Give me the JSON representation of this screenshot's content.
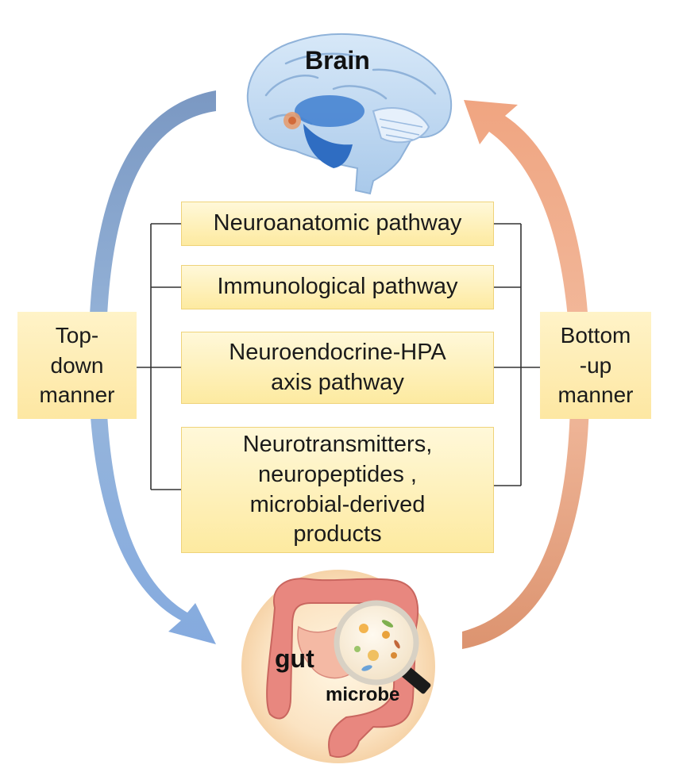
{
  "brain": {
    "label": "Brain"
  },
  "gut": {
    "label": "gut",
    "microbe_label": "microbe"
  },
  "pathways": [
    {
      "id": "neuroanatomic",
      "text": "Neuroanatomic pathway"
    },
    {
      "id": "immunological",
      "text": "Immunological pathway"
    },
    {
      "id": "neuroendocrine",
      "text": "Neuroendocrine-HPA\naxis pathway"
    },
    {
      "id": "neurotransmitters",
      "text": "Neurotransmitters,\nneuropeptides ,\nmicrobial-derived\nproducts"
    }
  ],
  "directions": {
    "top_down": {
      "text": "Top-\ndown\nmanner",
      "arrow_color": "#7f9ec9"
    },
    "bottom_up": {
      "text": "Bottom\n-up\nmanner",
      "arrow_color": "#e9a07c"
    }
  },
  "icons": {
    "brain": "brain-illustration-icon",
    "gut": "intestine-illustration-icon",
    "magnifier": "magnifying-glass-icon"
  }
}
